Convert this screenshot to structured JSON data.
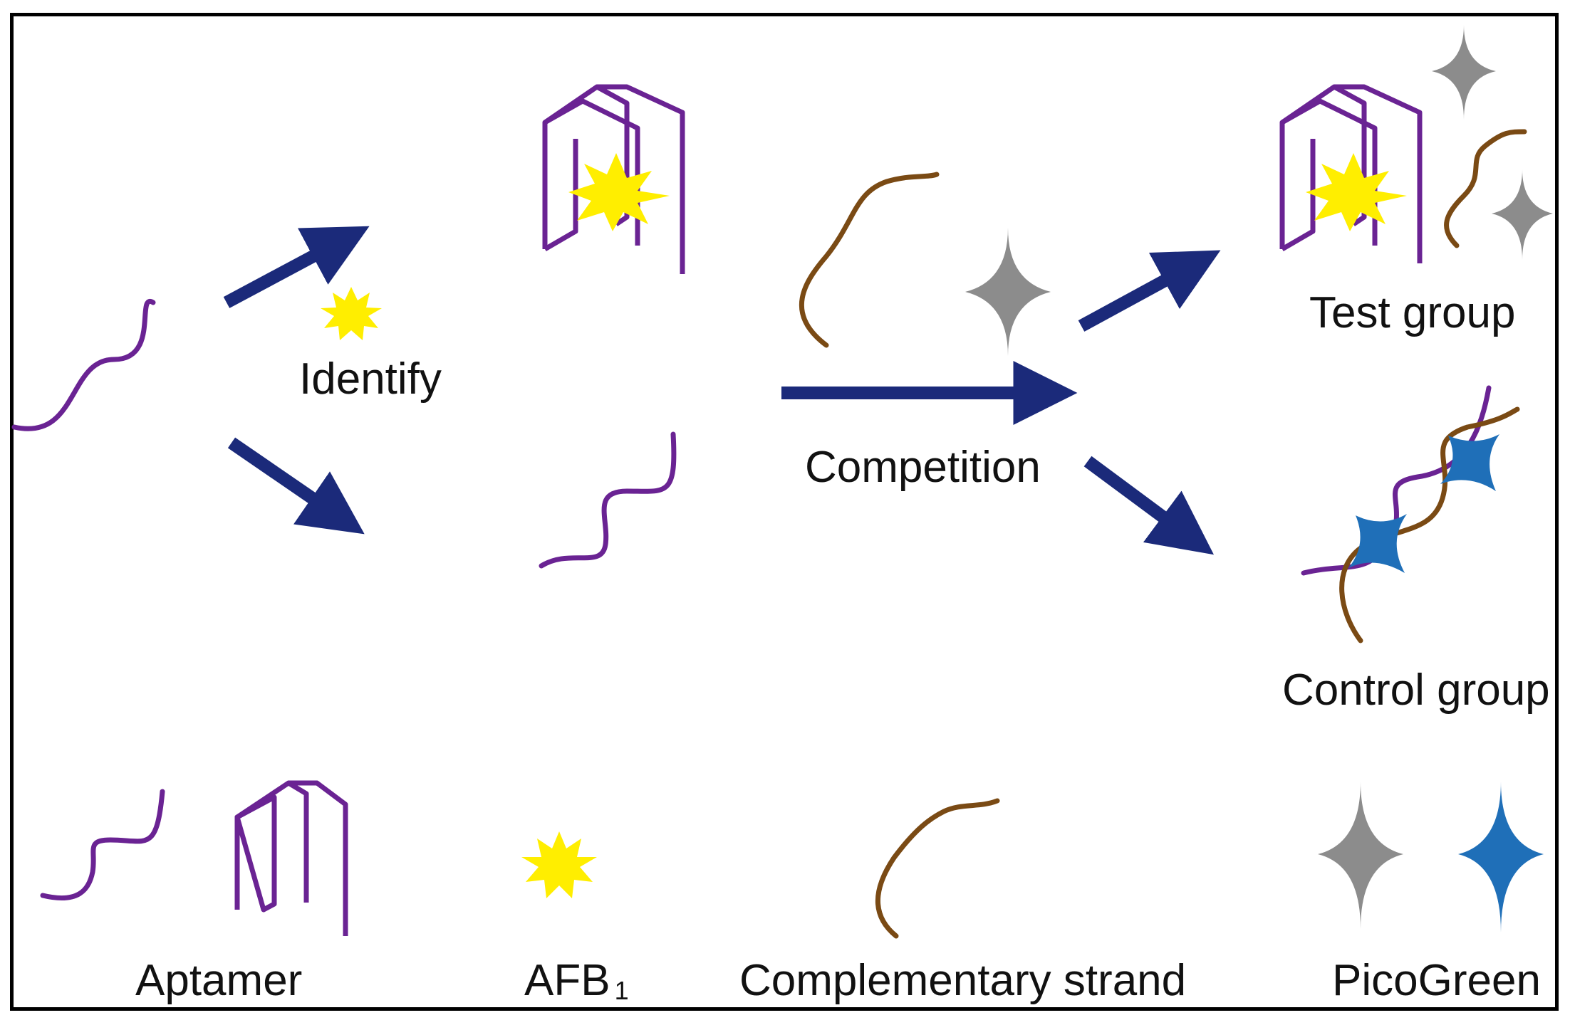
{
  "labels": {
    "identify": "Identify",
    "competition": "Competition",
    "test_group": "Test group",
    "control_group": "Control group",
    "legend_aptamer": "Aptamer",
    "legend_afb_main": "AFB",
    "legend_afb_sub": "1",
    "legend_complementary": "Complementary strand",
    "legend_picogreen": "PicoGreen"
  },
  "colors": {
    "aptamer": "#6a2393",
    "afb1": "#ffee00",
    "complementary": "#7a4a14",
    "picogreen_free": "#8c8c8c",
    "picogreen_bound": "#1f6fb8",
    "arrow": "#1b2a7a"
  }
}
